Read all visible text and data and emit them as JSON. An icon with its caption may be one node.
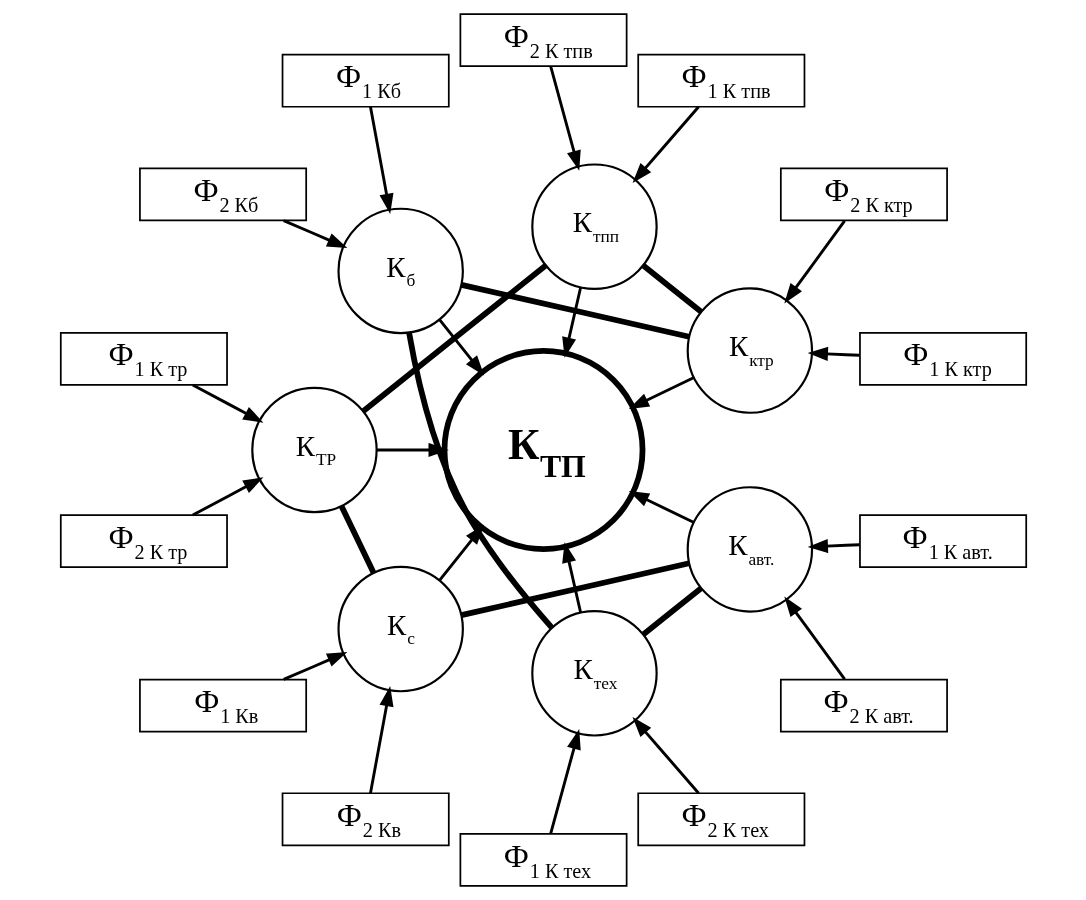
{
  "diagram": {
    "nodes": [
      {
        "text": [
          "Ф$_{1 К ктр}$"
        ]
      },
      {
        "text": [
          "Ф$_{2 К ктр}$"
        ]
      },
      {
        "text": [
          "Ф$_{1 К тпв}$"
        ]
      },
      {
        "text": [
          "Ф$_{2 К тпв}$"
        ]
      },
      {
        "text": [
          "К$_{ктр}$"
        ]
      },
      {
        "text": [
          "К$_{тпп}$"
        ]
      },
      {
        "text": [
          "Ф$_{1 Кб}$"
        ]
      },
      {
        "text": [
          "Ф$_{1 К тр}$"
        ]
      },
      {
        "text": [
          "К$_{б}$"
        ]
      },
      {
        "text": [
          "К$_{ТП}$"
        ]
      },
      {
        "text": [
          "Ф$_{2 Кб}$"
        ]
      },
      {
        "text": [
          "К$_{ТР}$"
        ]
      },
      {
        "text": [
          "Ф$_{2 К тр}$"
        ]
      },
      {
        "text": [
          "Ф$_{1 К тех}$"
        ]
      },
      {
        "text": [
          "К$_{с}$"
        ]
      },
      {
        "text": [
          "Ф$_{1 Кв}$"
        ]
      },
      {
        "text": [
          "К$_{тех}$"
        ]
      },
      {
        "text": [
          "Ф$_{2 Кв}$"
        ]
      },
      {
        "text": [
          "Ф$_{2 К тех}$"
        ]
      },
      {
        "text": [
          "К$_{авт.}$"
        ]
      },
      {
        "text": [
          "Ф$_{2 К авт.}$"
        ]
      },
      {
        "text": [
          "Ф$_{1 К авт.}$"
        ]
      }
    ],
    "edges": [
      {
        "from": 4,
        "to": 9,
        "arrow": "to"
      },
      {
        "from": 5,
        "to": 9,
        "arrow": "to"
      },
      {
        "from": 11,
        "to": 9,
        "arrow": "to"
      },
      {
        "from": 14,
        "to": 9,
        "arrow": "to"
      },
      {
        "from": 19,
        "to": 9,
        "arrow": "to"
      },
      {
        "from": 16,
        "to": 9,
        "arrow": "to"
      },
      {
        "from": 8,
        "to": 9,
        "arrow": "to"
      },
      {
        "from": 0,
        "to": 4,
        "arrow": "to"
      },
      {
        "from": 1,
        "to": 4,
        "arrow": "to"
      },
      {
        "from": 2,
        "to": 5,
        "arrow": "to"
      },
      {
        "from": 3,
        "to": 5,
        "arrow": "to"
      },
      {
        "from": 7,
        "to": 11,
        "arrow": "to"
      },
      {
        "from": 12,
        "to": 11,
        "arrow": "to"
      },
      {
        "from": 15,
        "to": 14,
        "arrow": "to"
      },
      {
        "from": 17,
        "to": 14,
        "arrow": "to"
      },
      {
        "from": 21,
        "to": 19,
        "arrow": "to"
      },
      {
        "from": 20,
        "to": 19,
        "arrow": "to"
      },
      {
        "from": 13,
        "to": 16,
        "arrow": "to"
      },
      {
        "from": 18,
        "to": 16,
        "arrow": "to"
      },
      {
        "from": 6,
        "to": 8,
        "arrow": "to"
      },
      {
        "from": 10,
        "to": 8,
        "arrow": "to"
      },
      {
        "from": 4,
        "to": 5,
        "arrow": "none",
        "style": "thick"
      },
      {
        "from": 5,
        "to": 11,
        "arrow": "none",
        "style": "thick"
      },
      {
        "from": 11,
        "to": 14,
        "arrow": "none",
        "style": "thick"
      },
      {
        "from": 14,
        "to": 19,
        "arrow": "none",
        "style": "thick"
      },
      {
        "from": 19,
        "to": 16,
        "arrow": "none",
        "style": "thick"
      },
      {
        "from": 16,
        "to": 8,
        "arrow": "none",
        "style": "thick"
      },
      {
        "from": 8,
        "to": 4,
        "arrow": "none",
        "style": "thick"
      }
    ]
  }
}
